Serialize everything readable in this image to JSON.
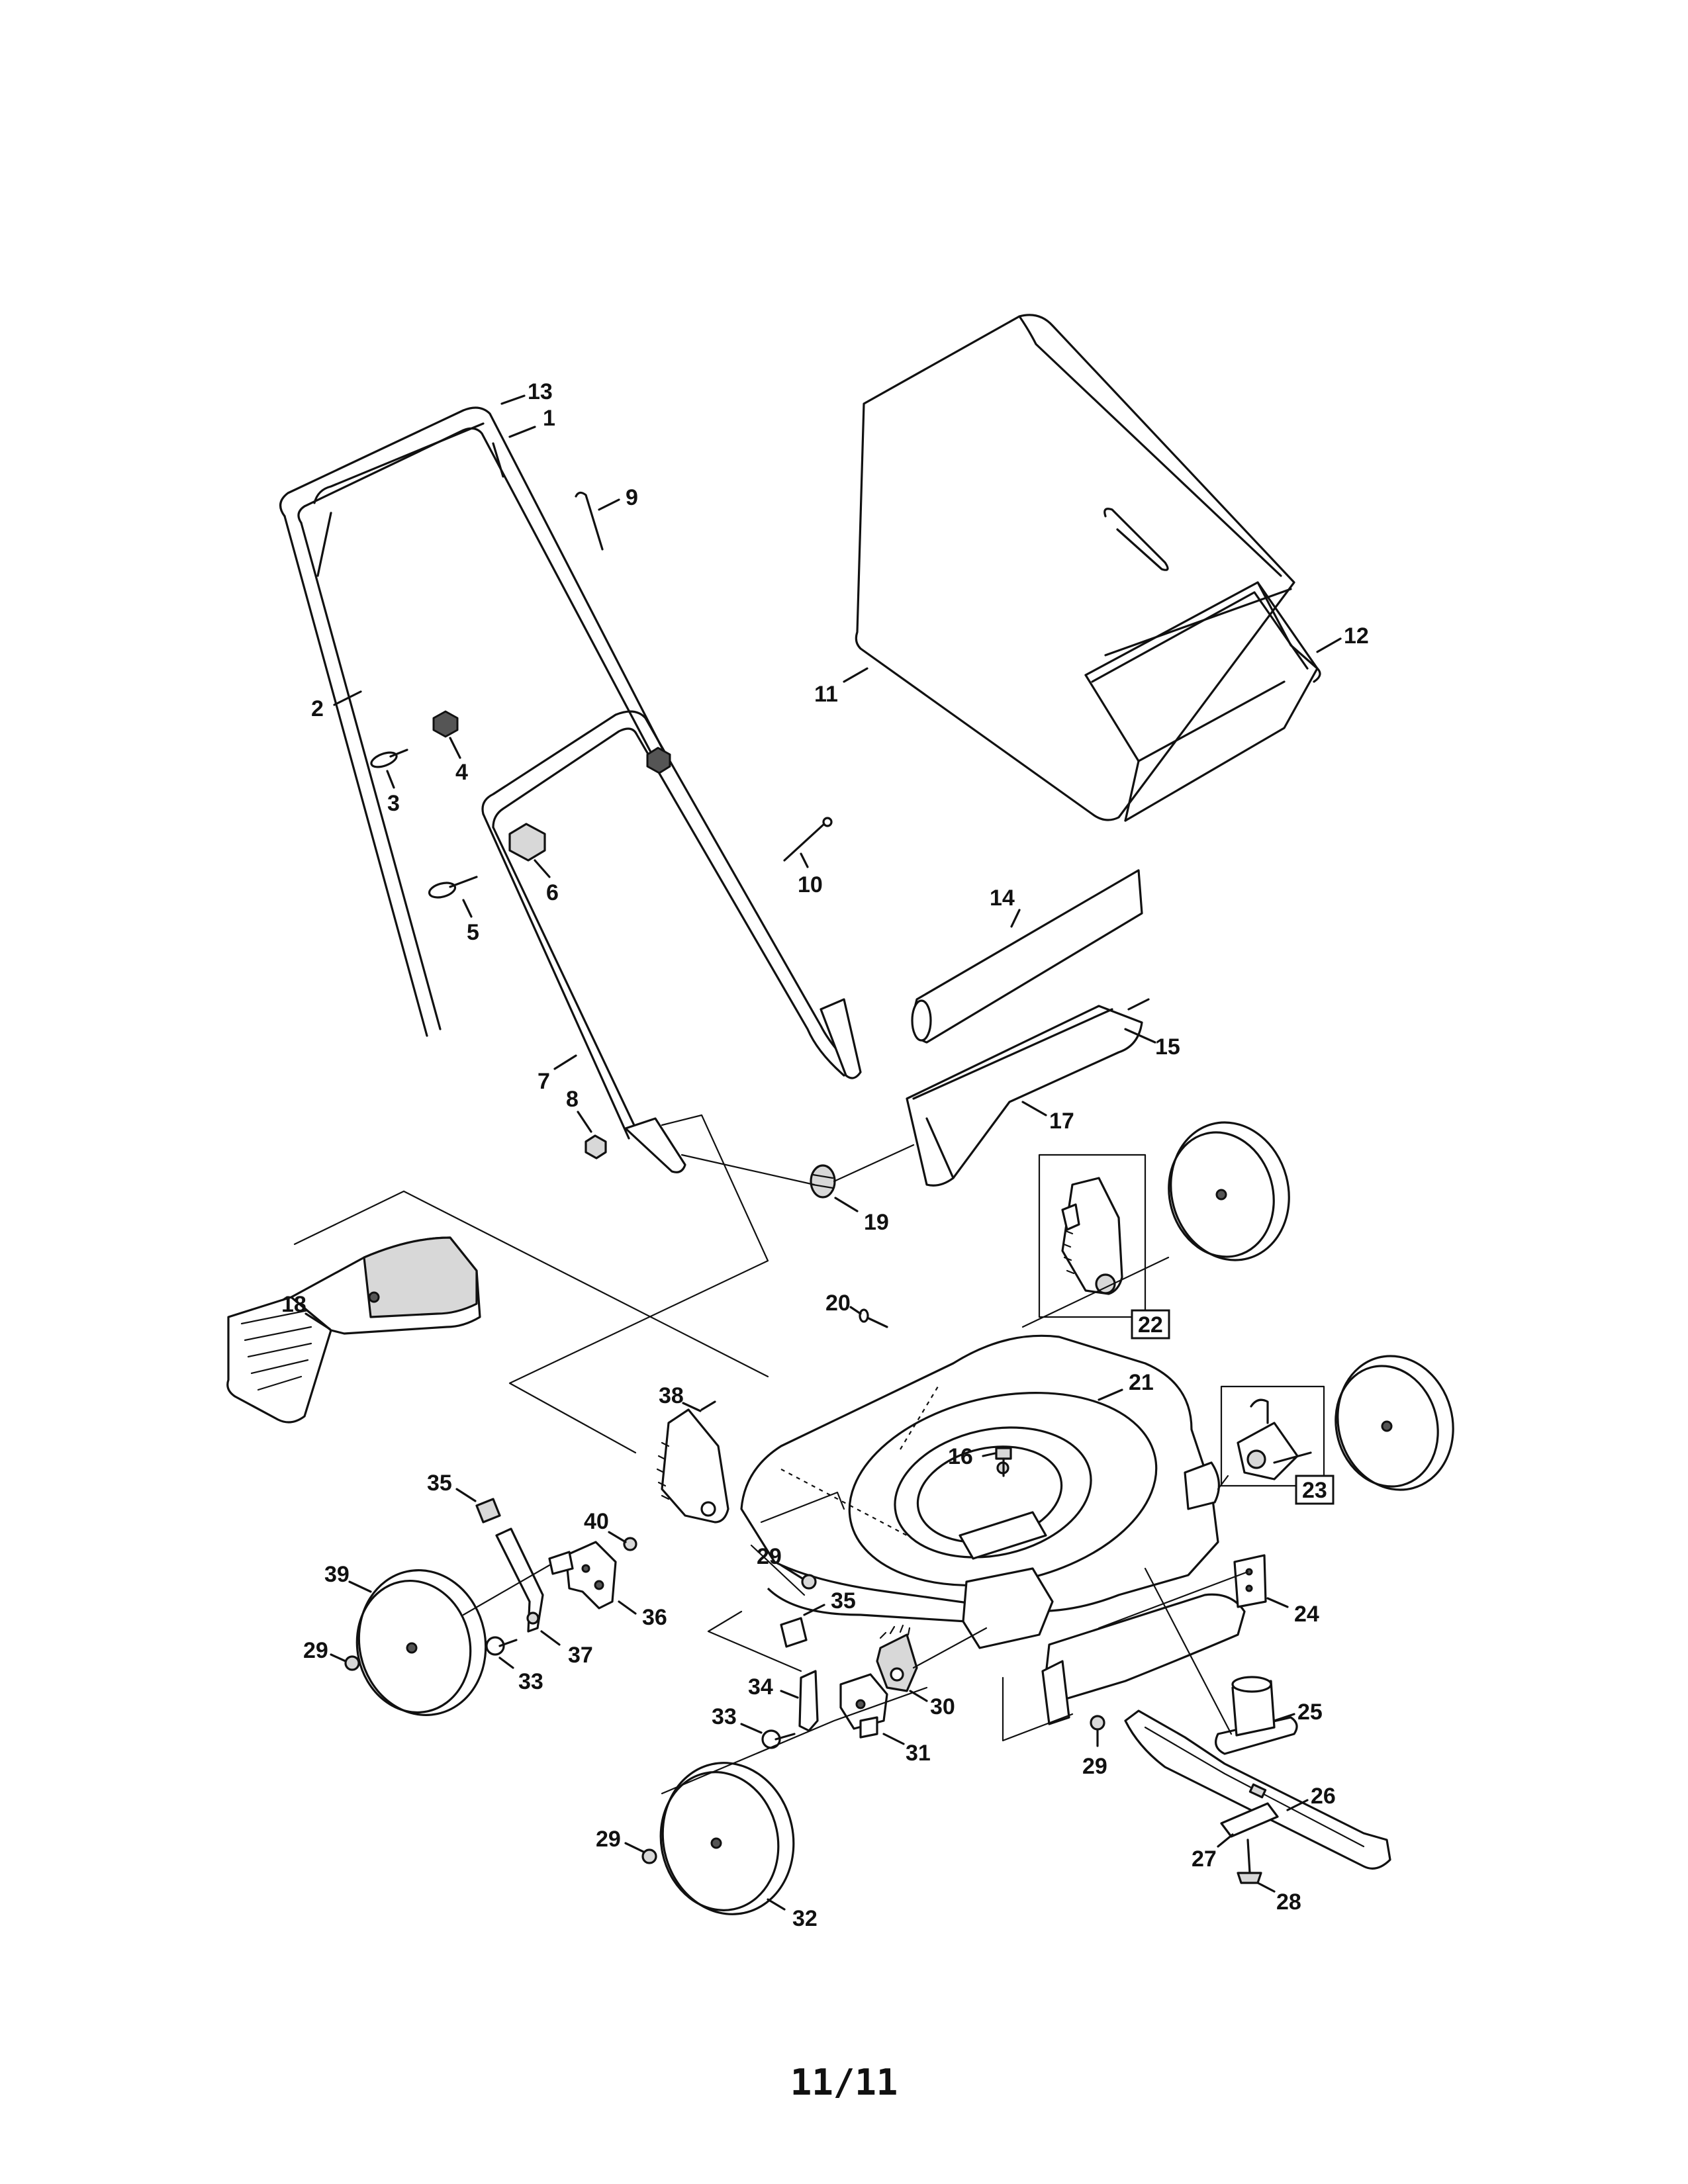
{
  "page": {
    "number": "11/11"
  },
  "callouts": [
    {
      "id": "13",
      "label": "13",
      "boxed": false
    },
    {
      "id": "1",
      "label": "1",
      "boxed": false
    },
    {
      "id": "9",
      "label": "9",
      "boxed": false
    },
    {
      "id": "2",
      "label": "2",
      "boxed": false
    },
    {
      "id": "4",
      "label": "4",
      "boxed": false
    },
    {
      "id": "3",
      "label": "3",
      "boxed": false
    },
    {
      "id": "6",
      "label": "6",
      "boxed": false
    },
    {
      "id": "5",
      "label": "5",
      "boxed": false
    },
    {
      "id": "7",
      "label": "7",
      "boxed": false
    },
    {
      "id": "8",
      "label": "8",
      "boxed": false
    },
    {
      "id": "10",
      "label": "10",
      "boxed": false
    },
    {
      "id": "11",
      "label": "11",
      "boxed": false
    },
    {
      "id": "12",
      "label": "12",
      "boxed": false
    },
    {
      "id": "14",
      "label": "14",
      "boxed": false
    },
    {
      "id": "15",
      "label": "15",
      "boxed": false
    },
    {
      "id": "17",
      "label": "17",
      "boxed": false
    },
    {
      "id": "19",
      "label": "19",
      "boxed": false
    },
    {
      "id": "18",
      "label": "18",
      "boxed": false
    },
    {
      "id": "20",
      "label": "20",
      "boxed": false
    },
    {
      "id": "22",
      "label": "22",
      "boxed": true
    },
    {
      "id": "21",
      "label": "21",
      "boxed": false
    },
    {
      "id": "38",
      "label": "38",
      "boxed": false
    },
    {
      "id": "16",
      "label": "16",
      "boxed": false
    },
    {
      "id": "23",
      "label": "23",
      "boxed": true
    },
    {
      "id": "35a",
      "label": "35",
      "boxed": false
    },
    {
      "id": "40",
      "label": "40",
      "boxed": false
    },
    {
      "id": "29a",
      "label": "29",
      "boxed": false
    },
    {
      "id": "39",
      "label": "39",
      "boxed": false
    },
    {
      "id": "36",
      "label": "36",
      "boxed": false
    },
    {
      "id": "24",
      "label": "24",
      "boxed": false
    },
    {
      "id": "29b",
      "label": "29",
      "boxed": false
    },
    {
      "id": "37",
      "label": "37",
      "boxed": false
    },
    {
      "id": "33a",
      "label": "33",
      "boxed": false
    },
    {
      "id": "35b",
      "label": "35",
      "boxed": false
    },
    {
      "id": "30",
      "label": "30",
      "boxed": false
    },
    {
      "id": "34",
      "label": "34",
      "boxed": false
    },
    {
      "id": "25",
      "label": "25",
      "boxed": false
    },
    {
      "id": "33b",
      "label": "33",
      "boxed": false
    },
    {
      "id": "31",
      "label": "31",
      "boxed": false
    },
    {
      "id": "29c",
      "label": "29",
      "boxed": false
    },
    {
      "id": "26",
      "label": "26",
      "boxed": false
    },
    {
      "id": "29d",
      "label": "29",
      "boxed": false
    },
    {
      "id": "32",
      "label": "32",
      "boxed": false
    },
    {
      "id": "27",
      "label": "27",
      "boxed": false
    },
    {
      "id": "28",
      "label": "28",
      "boxed": false
    }
  ]
}
